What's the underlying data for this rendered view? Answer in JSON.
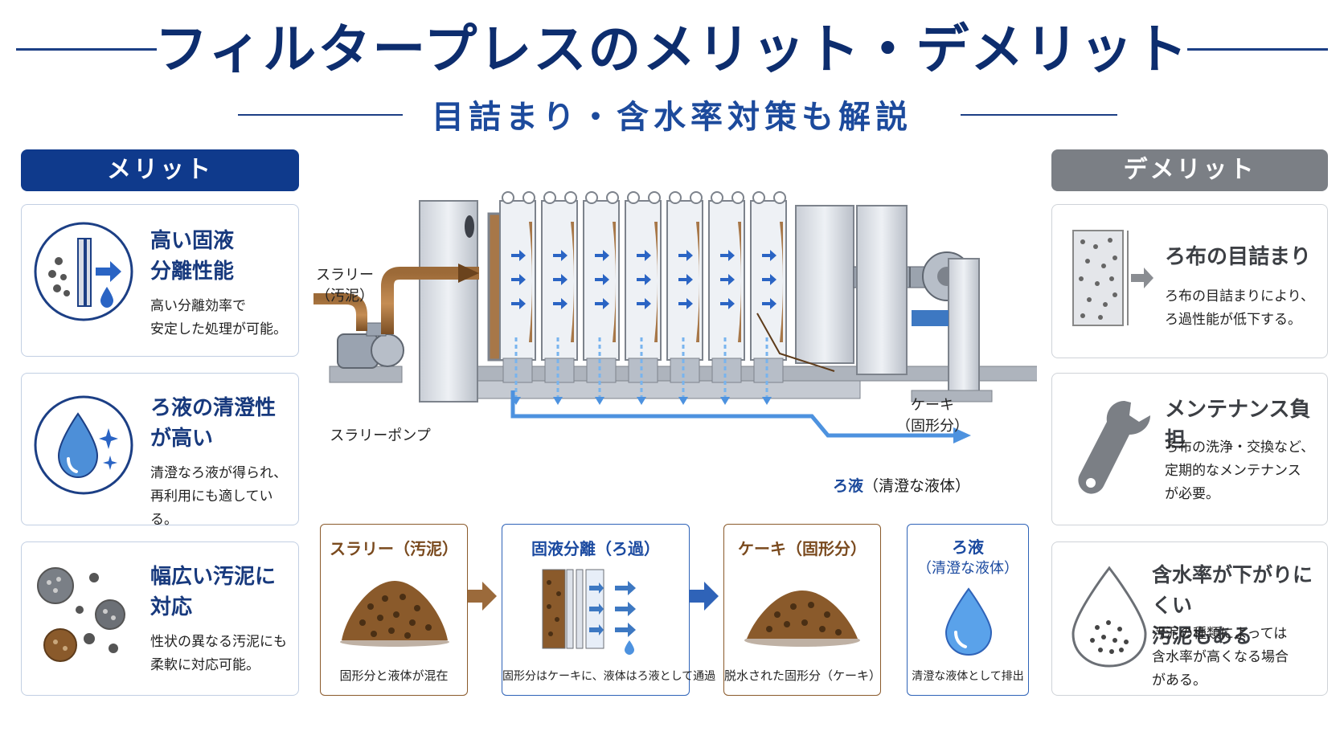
{
  "title": "フィルタープレスのメリット・デメリット",
  "subtitle": "目詰まり・含水率対策も解説",
  "merit": {
    "header": "メリット",
    "cards": [
      {
        "title_line1": "高い固液",
        "title_line2": "分離性能",
        "desc_line1": "高い分離効率で",
        "desc_line2": "安定した処理が可能。"
      },
      {
        "title_line1": "ろ液の清澄性",
        "title_line2": "が高い",
        "desc_line1": "清澄なろ液が得られ、",
        "desc_line2": "再利用にも適している。"
      },
      {
        "title_line1": "幅広い汚泥に",
        "title_line2": "対応",
        "desc_line1": "性状の異なる汚泥にも",
        "desc_line2": "柔軟に対応可能。"
      }
    ]
  },
  "demerit": {
    "header": "デメリット",
    "cards": [
      {
        "title_line1": "ろ布の目詰まり",
        "title_line2": "",
        "desc_line1": "ろ布の目詰まりにより、",
        "desc_line2": "ろ過性能が低下する。",
        "desc_line3": ""
      },
      {
        "title_line1": "メンテナンス負担",
        "title_line2": "",
        "desc_line1": "ろ布の洗浄・交換など、",
        "desc_line2": "定期的なメンテナンス",
        "desc_line3": "が必要。"
      },
      {
        "title_line1": "含水率が下がりにくい",
        "title_line2": "汚泥もある",
        "desc_line1": "汚泥の種類によっては",
        "desc_line2": "含水率が高くなる場合",
        "desc_line3": "がある。"
      }
    ]
  },
  "diagram": {
    "slurry_label_1": "スラリー",
    "slurry_label_2": "（汚泥）",
    "pump_label": "スラリーポンプ",
    "cake_label_1": "ケーキ",
    "cake_label_2": "（固形分）",
    "filtrate_label_main": "ろ液",
    "filtrate_label_sub": "（清澄な液体）"
  },
  "process": [
    {
      "title": "スラリー（汚泥）",
      "caption": "固形分と液体が混在"
    },
    {
      "title": "固液分離（ろ過）",
      "caption": "固形分はケーキに、液体はろ液として通過"
    },
    {
      "title": "ケーキ（固形分）",
      "caption": "脱水された固形分（ケーキ）"
    },
    {
      "title_line1": "ろ液",
      "title_line2": "（清澄な液体）",
      "caption": "清澄な液体として排出"
    }
  ],
  "colors": {
    "navy": "#0d2d6e",
    "merit_header": "#0f3a8c",
    "demerit_header": "#7b7f85",
    "sludge_brown": "#8a5a2b",
    "filtrate_blue": "#3d8bd8"
  }
}
